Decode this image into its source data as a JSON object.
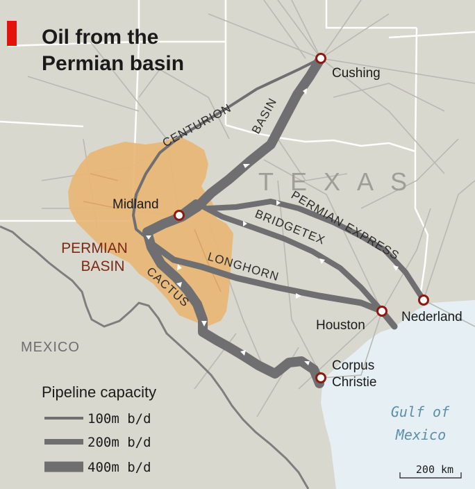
{
  "title": [
    "Oil from the",
    "Permian basin"
  ],
  "accent_color": "#e3120b",
  "colors": {
    "land": "#d9d8cf",
    "sea": "#e6f0f4",
    "basin": "#e8b676",
    "pipeline": "#6f6f71",
    "country_border": "#7e7e7e",
    "minor_lines": "#b9b8b1",
    "city_marker": "#8b1a10",
    "basin_label": "#7a2a13"
  },
  "region_labels": {
    "texas": "TEXAS",
    "permian_basin": [
      "PERMIAN",
      "BASIN"
    ],
    "mexico": "MEXICO",
    "gulf": [
      "Gulf of",
      "Mexico"
    ]
  },
  "cities": {
    "cushing": "Cushing",
    "midland": "Midland",
    "houston": "Houston",
    "nederland": "Nederland",
    "corpus_christie": [
      "Corpus",
      "Christie"
    ]
  },
  "pipelines": {
    "centurion": "CENTURION",
    "basin": "BASIN",
    "permian_express": "PERMIAN EXPRESS",
    "bridgetex": "BRIDGETEX",
    "longhorn": "LONGHORN",
    "cactus": "CACTUS"
  },
  "legend": {
    "title": "Pipeline capacity",
    "items": [
      {
        "label": "100m b/d",
        "level": 1
      },
      {
        "label": "200m b/d",
        "level": 2
      },
      {
        "label": "400m b/d",
        "level": 4
      }
    ]
  },
  "scale": {
    "label": "200 km"
  }
}
